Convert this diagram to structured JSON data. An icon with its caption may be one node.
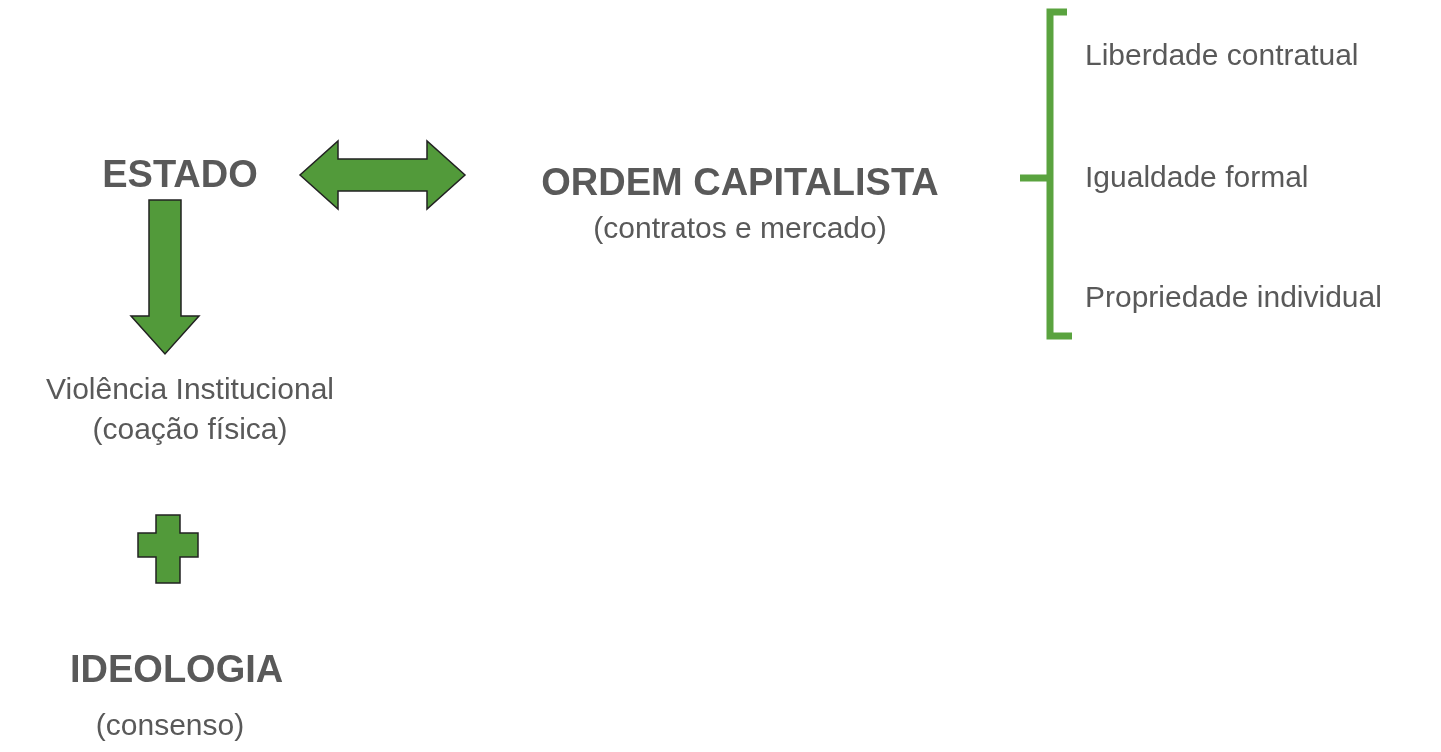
{
  "diagram": {
    "nodes": [
      {
        "text": [
          "ESTADO"
        ]
      },
      {
        "text": [
          "ORDEM CAPITALISTA",
          "(contratos e mercado)"
        ]
      },
      {
        "text": [
          "Violência Institucional",
          "(coação física)"
        ]
      }
    ],
    "edges": [
      {
        "from": 0,
        "to": 1,
        "arrow": "both",
        "style": "thick",
        "color": "#529a3a"
      },
      {
        "from": 0,
        "to": 2,
        "arrow": "to",
        "style": "thick",
        "color": "#529a3a"
      }
    ],
    "labels": [
      "IDEOLOGIA",
      "(consenso)",
      "Liberdade contratual",
      "Igualdade formal",
      "Propriedade individual"
    ]
  }
}
